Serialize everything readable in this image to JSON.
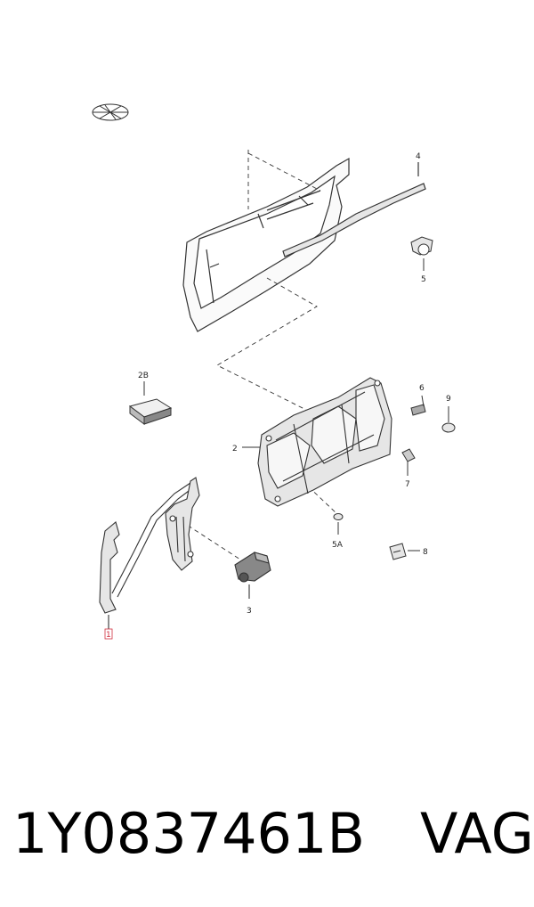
{
  "diagram": {
    "part_labels": {
      "l1": "1",
      "l2": "2",
      "l2b": "2B",
      "l3": "3",
      "l4": "4",
      "l5": "5",
      "l5a": "5A",
      "l6": "6",
      "l7": "7",
      "l8": "8",
      "l9": "9"
    }
  },
  "footer": {
    "part_number": "1Y0837461B",
    "brand": "VAG"
  },
  "colors": {
    "line": "#333333",
    "highlight_label": "#d03040",
    "fill_light": "#e6e6e6",
    "fill_dark": "#555555"
  },
  "icons": {
    "logo": "vehicle-outline-icon"
  }
}
